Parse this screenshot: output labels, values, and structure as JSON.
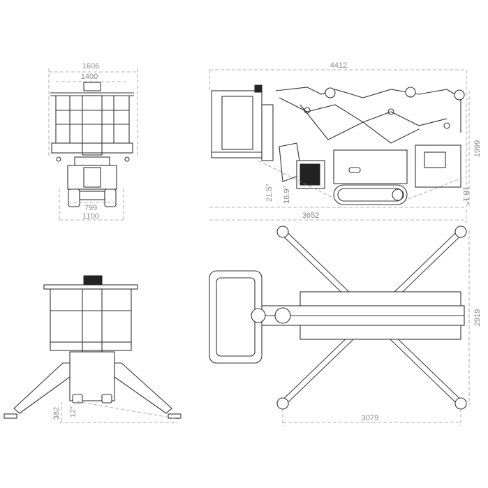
{
  "views": {
    "front": {
      "width_outer": "1606",
      "width_platform": "1400",
      "track_width": "799",
      "track_outer": "1100"
    },
    "side": {
      "length_total": "4412",
      "height": "1999",
      "angle_front": "21.5°",
      "angle_front_inner": "18.9°",
      "angle_rear": "18.1°",
      "track_length": "3652"
    },
    "front_outriggers": {
      "lift_height": "382",
      "angle": "12°"
    },
    "top": {
      "outrigger_span_width": "2919",
      "outrigger_span_length": "3079"
    }
  },
  "colors": {
    "line": "#333333",
    "dimension": "#9a9a9a"
  }
}
